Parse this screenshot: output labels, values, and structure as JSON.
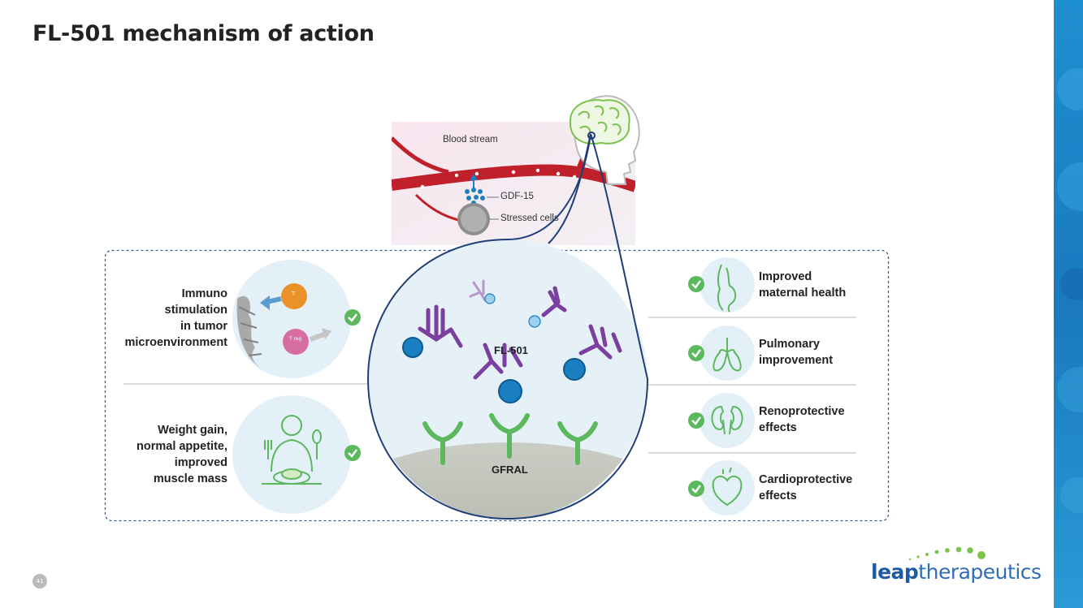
{
  "slide": {
    "title": "FL-501 mechanism of action",
    "page_number": "41"
  },
  "top_illustration": {
    "blood_stream": "Blood stream",
    "gdf15": "GDF-15",
    "stressed_cells": "Stressed cells"
  },
  "center": {
    "drug_label": "FL-501",
    "receptor_label": "GFRAL"
  },
  "left_effects": [
    {
      "label": "Immuno\nstimulation\nin tumor\nmicroenvironment"
    },
    {
      "label": "Weight gain,\nnormal appetite,\nimproved\nmuscle mass"
    }
  ],
  "right_effects": [
    {
      "label": "Improved\nmaternal health",
      "icon": "pregnant-woman-icon"
    },
    {
      "label": "Pulmonary\nimprovement",
      "icon": "lungs-icon"
    },
    {
      "label": "Renoprotective\neffects",
      "icon": "kidneys-icon"
    },
    {
      "label": "Cardioprotective\neffects",
      "icon": "heart-icon"
    }
  ],
  "cell_labels": {
    "t_cell": "T",
    "treg": "T reg"
  },
  "logo": {
    "bold": "leap",
    "rest": "therapeutics"
  },
  "colors": {
    "accent_green": "#5cb85c",
    "antibody_purple": "#7b3fa0",
    "antigen_blue": "#1a7fc1",
    "navy": "#1f3f7a",
    "sidebar_blue": "#1f86c9"
  }
}
